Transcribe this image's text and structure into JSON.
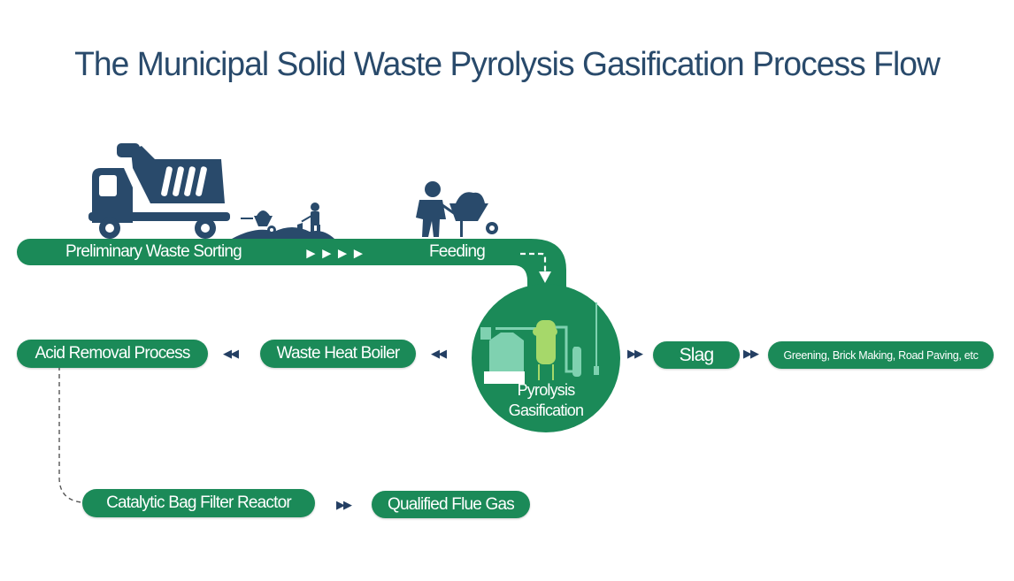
{
  "title": "The Municipal Solid Waste Pyrolysis Gasification Process Flow",
  "colors": {
    "title": "#294a6b",
    "green": "#1b8a58",
    "icon_navy": "#294a6b",
    "arrow_navy": "#243f63"
  },
  "top_band": {
    "step1": "Preliminary Waste Sorting",
    "arrows": "►►►►",
    "step2": "Feeding"
  },
  "center": {
    "line1": "Pyrolysis",
    "line2": "Gasification"
  },
  "left_branch": {
    "acid_removal": "Acid Removal Process",
    "waste_heat_boiler": "Waste Heat Boiler",
    "arrows": "◀◀"
  },
  "right_branch": {
    "slag": "Slag",
    "uses": "Greening, Brick Making, Road Paving, etc",
    "arrows": "▶▶"
  },
  "bottom_branch": {
    "bag_filter": "Catalytic Bag Filter Reactor",
    "flue_gas": "Qualified Flue Gas",
    "arrows": "▶▶"
  },
  "icons": [
    "dump-truck-icon",
    "wheelbarrow-icon",
    "worker-shoveling-icon",
    "worker-with-wheelbarrow-icon",
    "pyrolysis-plant-icon"
  ]
}
